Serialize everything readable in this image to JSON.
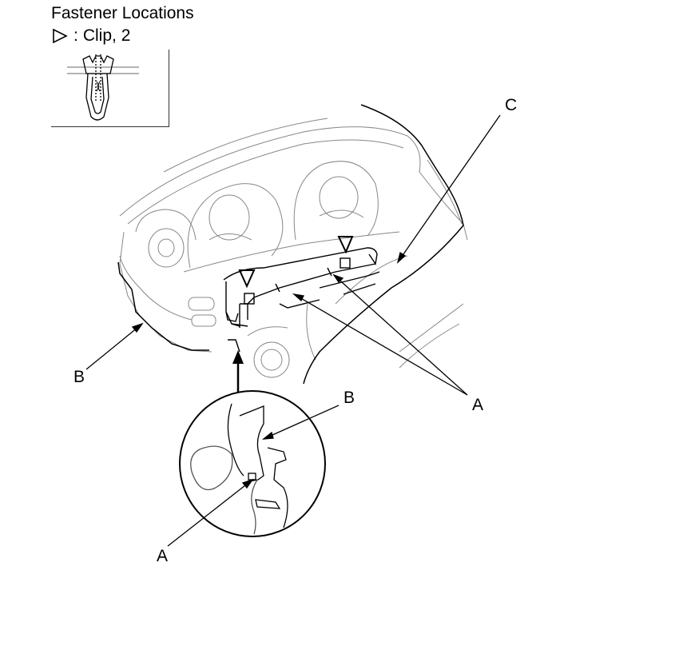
{
  "title": "Fastener Locations",
  "legend": {
    "symbol": "triangle-outline-icon",
    "separator": ":",
    "text": "Clip, 2"
  },
  "callouts": {
    "a_main": "A",
    "b_main": "B",
    "c_main": "C",
    "a_detail": "A",
    "b_detail": "B"
  }
}
